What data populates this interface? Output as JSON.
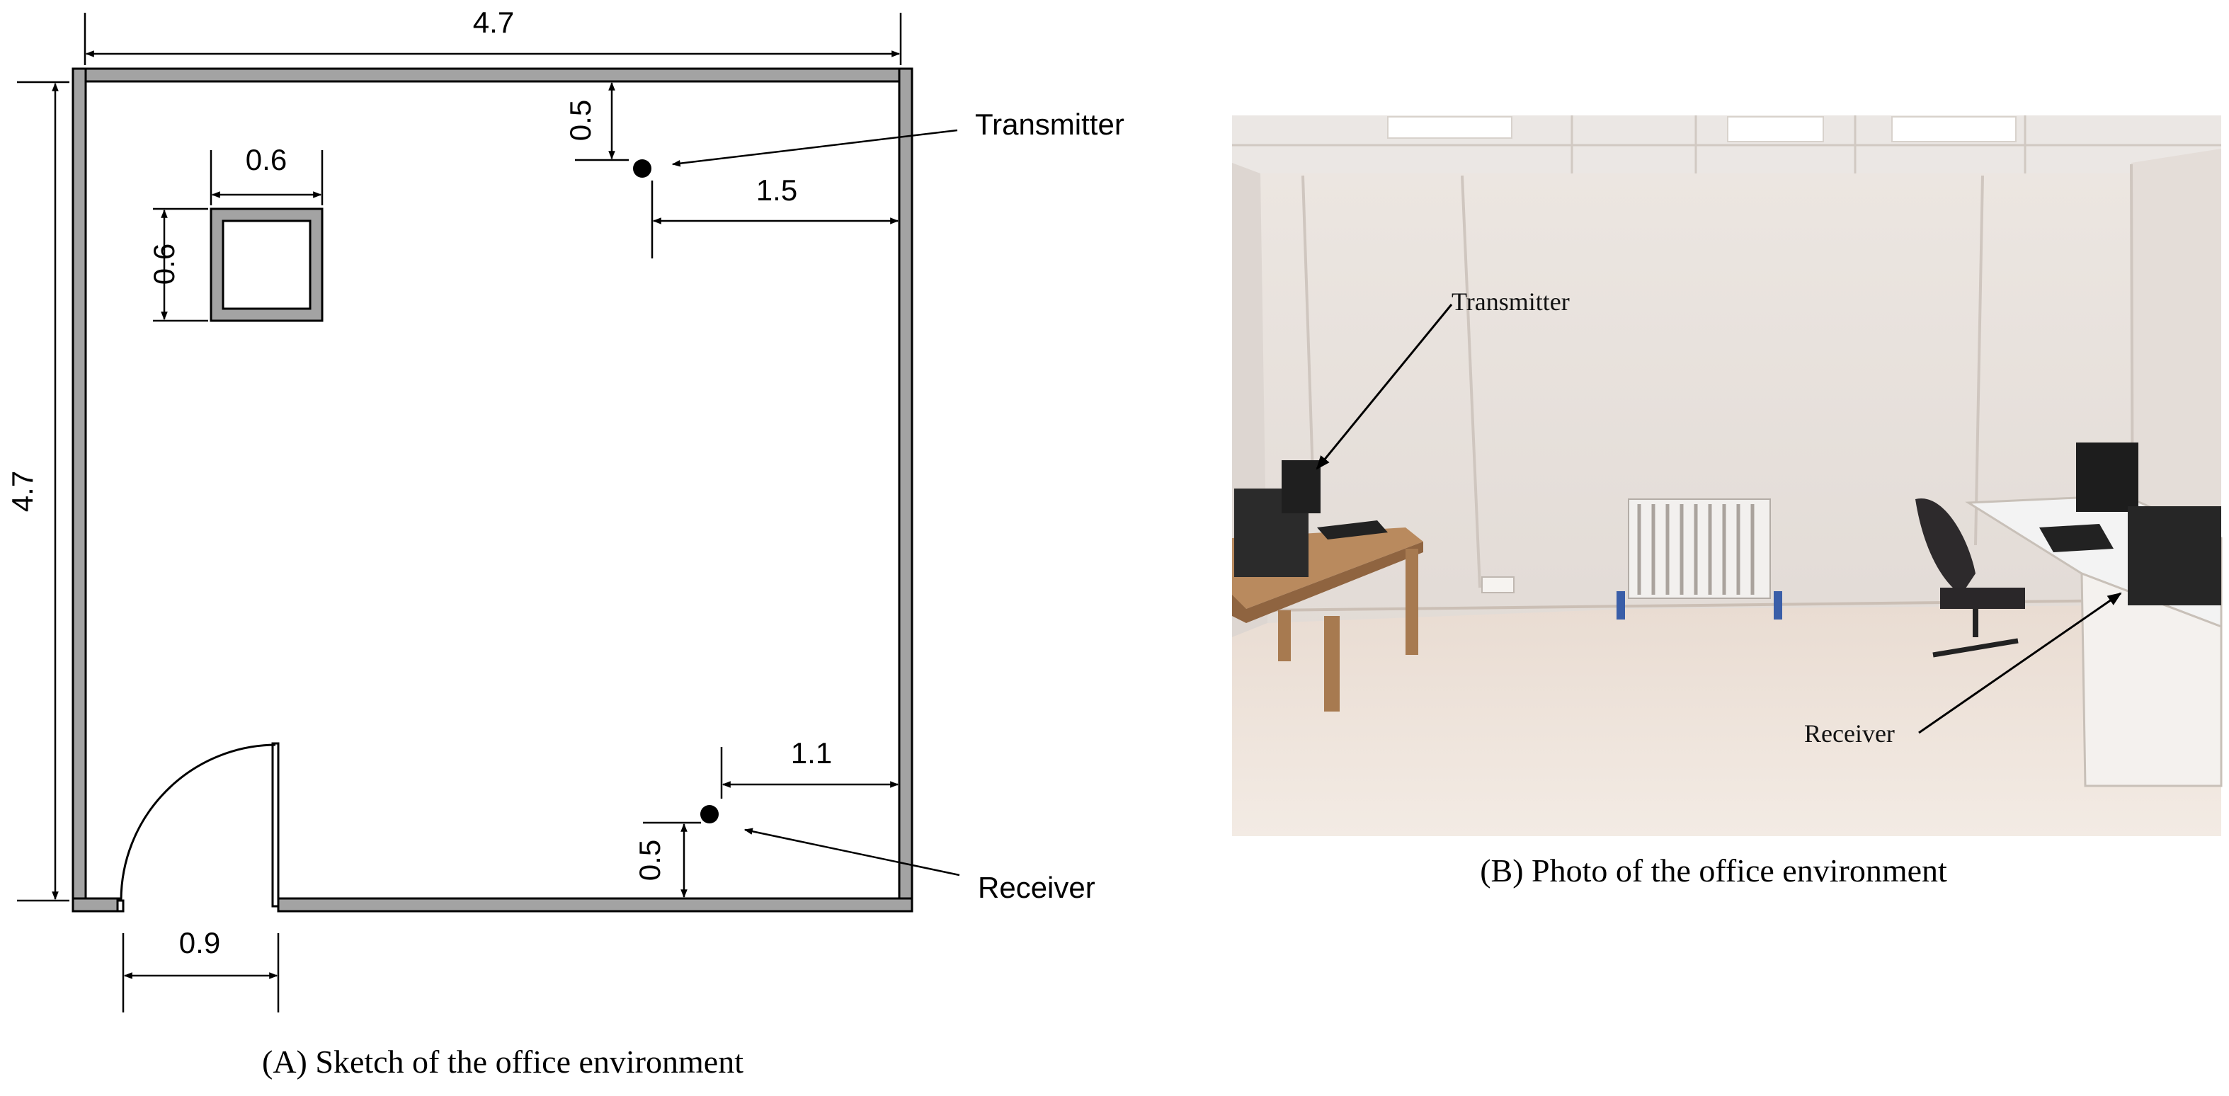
{
  "sketch": {
    "caption": "(A) Sketch of the office environment",
    "dimensions": {
      "room_width": "4.7",
      "room_height": "4.7",
      "pillar_width": "0.6",
      "pillar_height": "0.6",
      "transmitter_from_top": "0.5",
      "transmitter_from_right": "1.5",
      "receiver_from_right": "1.1",
      "receiver_from_bottom": "0.5",
      "door_width": "0.9"
    },
    "labels": {
      "transmitter": "Transmitter",
      "receiver": "Receiver"
    }
  },
  "photo": {
    "caption": "(B) Photo of the office environment",
    "labels": {
      "transmitter": "Transmitter",
      "receiver": "Receiver"
    }
  }
}
